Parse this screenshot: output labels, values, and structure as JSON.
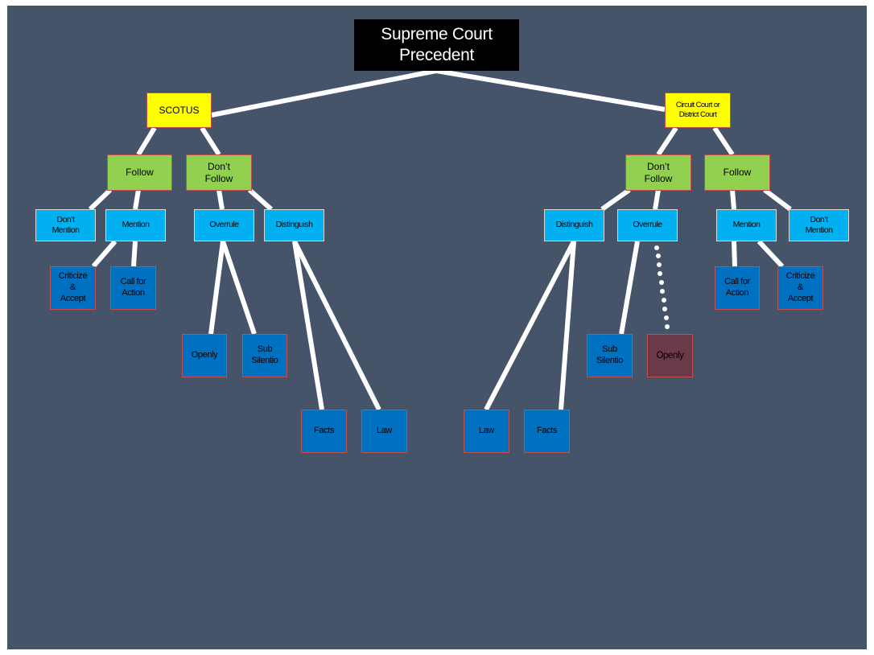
{
  "diagram": {
    "root": {
      "label": "Supreme Court\nPrecedent"
    },
    "left": {
      "court": "SCOTUS",
      "follow": "Follow",
      "dont_follow": "Don’t\nFollow",
      "dont_mention": "Don’t\nMention",
      "mention": "Mention",
      "overrule": "Overrule",
      "distinguish": "Distinguish",
      "criticize_accept": "Criticize\n&\nAccept",
      "call_for_action": "Call for\nAction",
      "openly": "Openly",
      "sub_silentio": "Sub\nSilentio",
      "facts": "Facts",
      "law": "Law"
    },
    "right": {
      "court": "Circuit Court or\nDistrict Court",
      "dont_follow": "Don’t\nFollow",
      "follow": "Follow",
      "distinguish": "Distinguish",
      "overrule": "Overrule",
      "mention": "Mention",
      "dont_mention": "Don’t\nMention",
      "call_for_action": "Call for\nAction",
      "criticize_accept": "Criticize\n&\nAccept",
      "sub_silentio": "Sub\nSilentio",
      "openly": "Openly",
      "law": "Law",
      "facts": "Facts"
    },
    "colors": {
      "background": "#465469",
      "root": "#000000",
      "court": "#ffff00",
      "decision": "#92d050",
      "treatment": "#00b0f0",
      "outcome": "#0070c0",
      "highlighted_outcome": "#6b3a48",
      "connector": "#ffffff"
    }
  }
}
